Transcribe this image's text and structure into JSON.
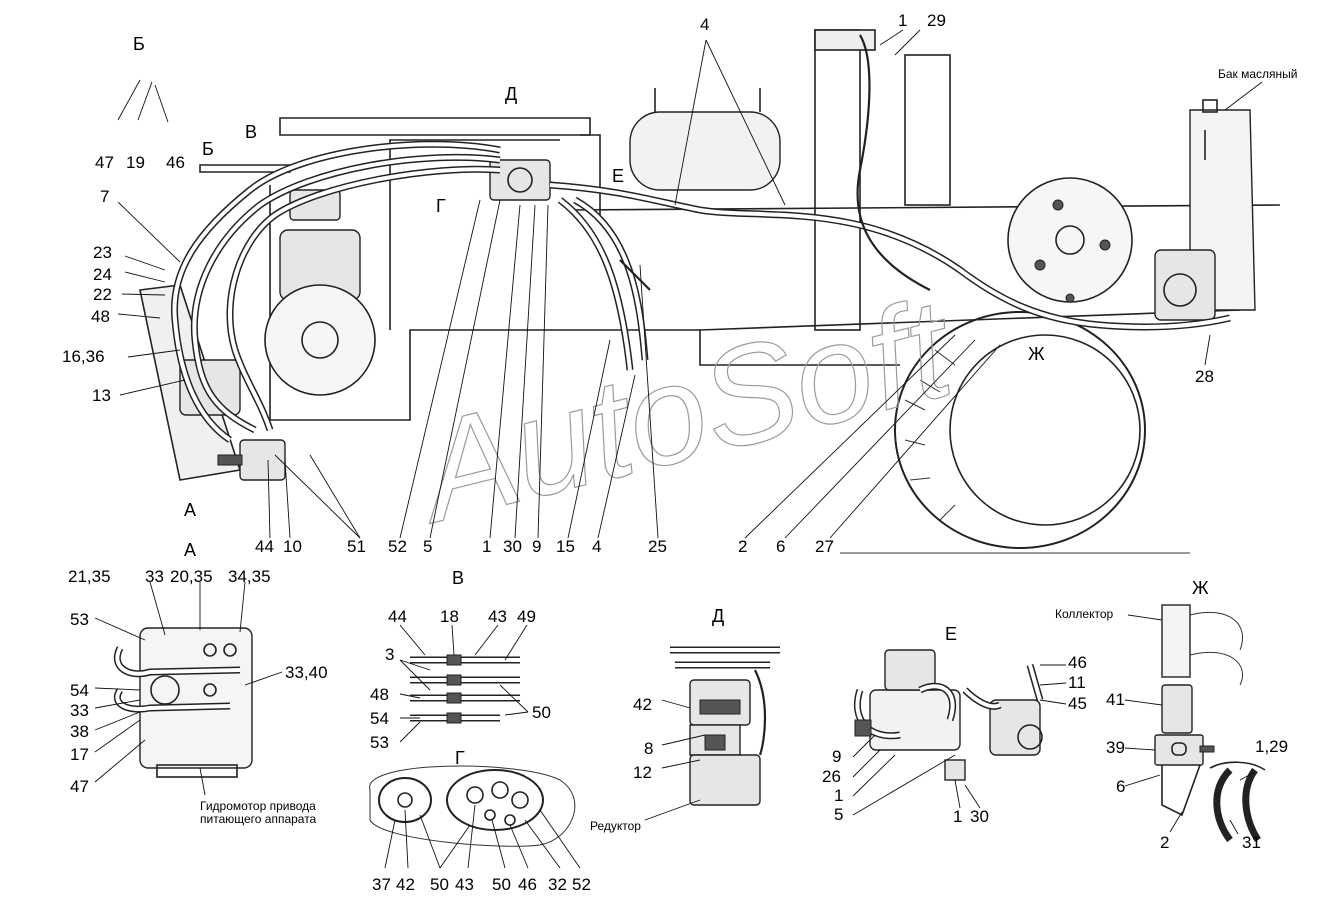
{
  "watermark": "AutoSoft",
  "view_titles": {
    "A": "А",
    "B_top": "Б",
    "B_mark": "Б",
    "V_mark": "В",
    "V": "В",
    "G_mark": "Г",
    "G": "Г",
    "D_mark": "Д",
    "D": "Д",
    "E_mark": "Е",
    "E": "Е",
    "ZH_mark": "Ж",
    "ZH": "Ж",
    "A_mark": "А"
  },
  "notes": {
    "oil_tank": "Бак масляный",
    "hydromotor_line1": "Гидромотор привода",
    "hydromotor_line2": "питающего аппарата",
    "reducer": "Редуктор",
    "collector": "Коллектор"
  },
  "main_labels": {
    "l47": "47",
    "l19": "19",
    "l46": "46",
    "l4": "4",
    "l1": "1",
    "l29": "29",
    "l7": "7",
    "l23": "23",
    "l24": "24",
    "l22": "22",
    "l48": "48",
    "l1636": "16,36",
    "l13": "13",
    "l28": "28",
    "l44": "44",
    "l10": "10",
    "l51": "51",
    "l52": "52",
    "l5": "5",
    "l1b": "1",
    "l30": "30",
    "l9": "9",
    "l15": "15",
    "l4b": "4",
    "l25": "25",
    "l2": "2",
    "l6": "6",
    "l27": "27"
  },
  "view_a_labels": {
    "a2135": "21,35",
    "a33": "33",
    "a2035": "20,35",
    "a3435": "34,35",
    "a53": "53",
    "a3340": "33,40",
    "a54": "54",
    "a33b": "33",
    "a38": "38",
    "a17": "17",
    "a47": "47"
  },
  "view_v_labels": {
    "v44": "44",
    "v18": "18",
    "v43": "43",
    "v49": "49",
    "v3": "3",
    "v48": "48",
    "v54": "54",
    "v50": "50",
    "v53": "53"
  },
  "view_g_labels": {
    "g37": "37",
    "g42": "42",
    "g50": "50",
    "g43": "43",
    "g50b": "50",
    "g46": "46",
    "g32": "32",
    "g52": "52"
  },
  "view_d_labels": {
    "d42": "42",
    "d8": "8",
    "d12": "12"
  },
  "view_e_labels": {
    "e46": "46",
    "e11": "11",
    "e45": "45",
    "e9": "9",
    "e26": "26",
    "e1": "1",
    "e5": "5",
    "e1b": "1",
    "e30": "30"
  },
  "view_zh_labels": {
    "z41": "41",
    "z39": "39",
    "z129": "1,29",
    "z6": "6",
    "z2": "2",
    "z31": "31"
  }
}
